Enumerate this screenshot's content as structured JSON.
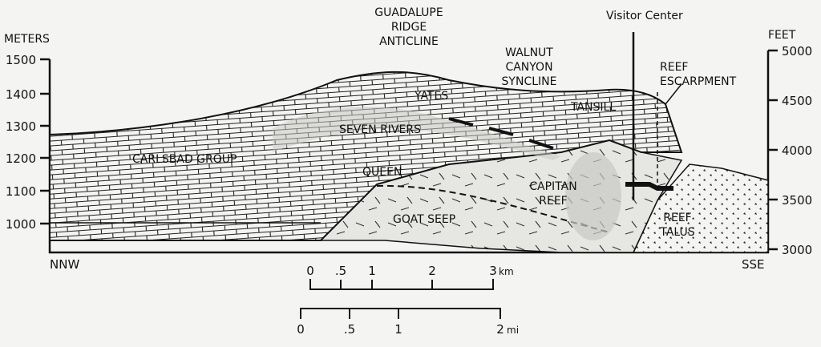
{
  "axes": {
    "left": {
      "title": "METERS",
      "ticks": [
        "1500",
        "1400",
        "1300",
        "1200",
        "1100",
        "1000"
      ]
    },
    "right": {
      "title": "FEET",
      "ticks": [
        "5000",
        "4500",
        "4000",
        "3500",
        "3000"
      ]
    },
    "left_direction": "NNW",
    "right_direction": "SSE"
  },
  "labels": {
    "anticline": [
      "GUADALUPE",
      "RIDGE",
      "ANTICLINE"
    ],
    "syncline": [
      "WALNUT",
      "CANYON",
      "SYNCLINE"
    ],
    "visitor_center": "Visitor Center",
    "escarpment": [
      "REEF",
      "ESCARPMENT"
    ],
    "yates": "YATES",
    "tansill": "TANSILL",
    "seven_rivers": "SEVEN RIVERS",
    "carlsbad": "CARLSBAD GROUP",
    "queen": "QUEEN",
    "capitan": [
      "CAPITAN",
      "REEF"
    ],
    "goat_seep": "GOAT SEEP",
    "talus": [
      "REEF",
      "TALUS"
    ]
  },
  "scale_km": {
    "ticks": [
      "0",
      ".5",
      "1",
      "2",
      "3"
    ],
    "unit": "km"
  },
  "scale_mi": {
    "ticks": [
      "0",
      ".5",
      "1",
      "2"
    ],
    "unit": "mi"
  },
  "colors": {
    "ink": "#111111",
    "background": "#f4f4f2",
    "shade": "#c8c8c4",
    "light_shade": "#e2e2de"
  }
}
